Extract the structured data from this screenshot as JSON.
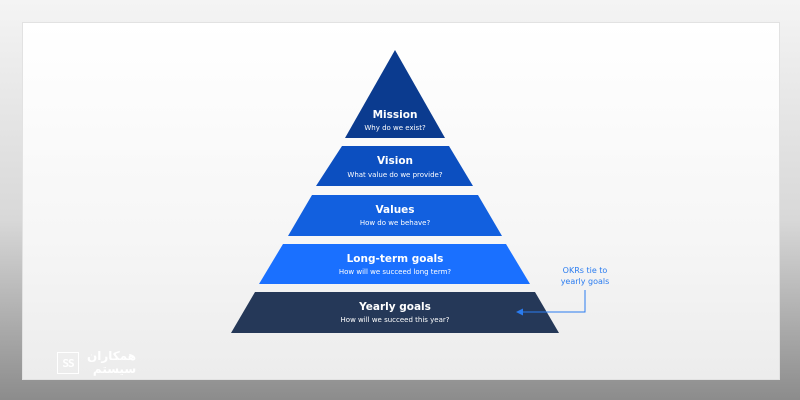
{
  "pyramid": {
    "levels": [
      {
        "title": "Mission",
        "subtitle": "Why do we exist?",
        "color": "#0b3b8f"
      },
      {
        "title": "Vision",
        "subtitle": "What value do we provide?",
        "color": "#0c4fc0"
      },
      {
        "title": "Values",
        "subtitle": "How do we behave?",
        "color": "#1260df"
      },
      {
        "title": "Long-term goals",
        "subtitle": "How will we succeed long term?",
        "color": "#1a70ff"
      },
      {
        "title": "Yearly goals",
        "subtitle": "How will we succeed this year?",
        "color": "#253858"
      }
    ]
  },
  "annotation": {
    "line1": "OKRs tie to",
    "line2": "yearly goals",
    "color": "#2a7cf0"
  },
  "logo": {
    "mark": "SS",
    "line1": "همکاران",
    "line2": "سیستم"
  }
}
